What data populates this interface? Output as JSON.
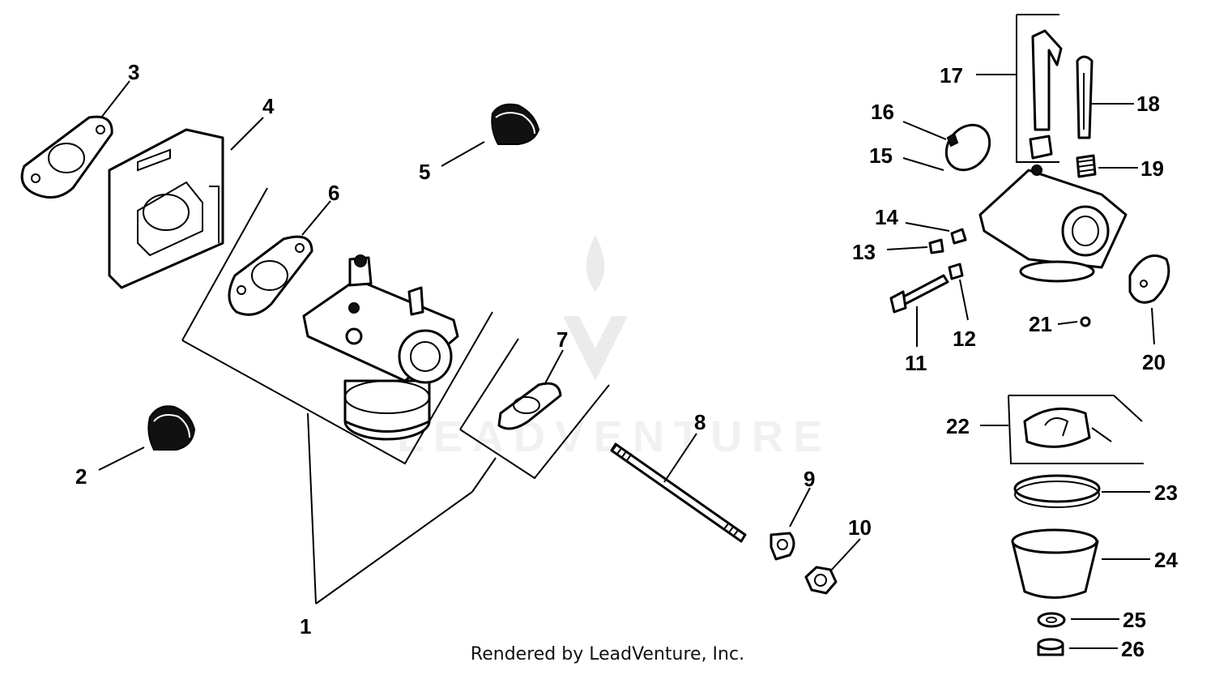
{
  "watermark_text": "LEADVENTURE",
  "footer_text": "Rendered by LeadVenture, Inc.",
  "callouts": [
    "1",
    "2",
    "3",
    "4",
    "5",
    "6",
    "7",
    "8",
    "9",
    "10",
    "11",
    "12",
    "13",
    "14",
    "15",
    "16",
    "17",
    "18",
    "19",
    "20",
    "21",
    "22",
    "23",
    "24",
    "25",
    "26"
  ]
}
